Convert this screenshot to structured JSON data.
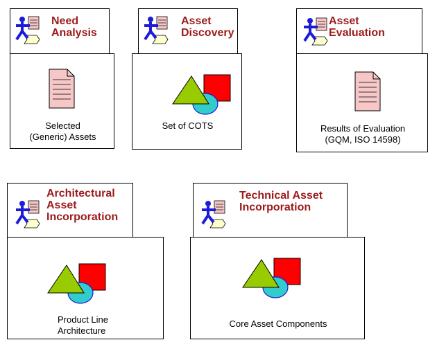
{
  "colors": {
    "title": "#9b1b1b",
    "actor_blue": "#1c1cd8",
    "doc_fill": "#f6c7c7",
    "triangle": "#99cc00",
    "circle": "#33cccc",
    "square": "#ff0000",
    "line": "#000000"
  },
  "icons": {
    "actor": "worker-actor-icon",
    "document": "document-icon",
    "components": "components-shapes-icon"
  },
  "panels": [
    {
      "title": "Need\nAnalysis",
      "artifact": "document",
      "label": "Selected\n(Generic) Assets"
    },
    {
      "title": "Asset\nDiscovery",
      "artifact": "components",
      "label": "Set of COTS"
    },
    {
      "title": "Asset\nEvaluation",
      "artifact": "document",
      "label": "Results of Evaluation\n(GQM, ISO 14598)"
    },
    {
      "title": "Architectural\nAsset\nIncorporation",
      "artifact": "components",
      "label": "Product Line\nArchitecture"
    },
    {
      "title": "Technical Asset\nIncorporation",
      "artifact": "components",
      "label": "Core Asset Components"
    }
  ]
}
